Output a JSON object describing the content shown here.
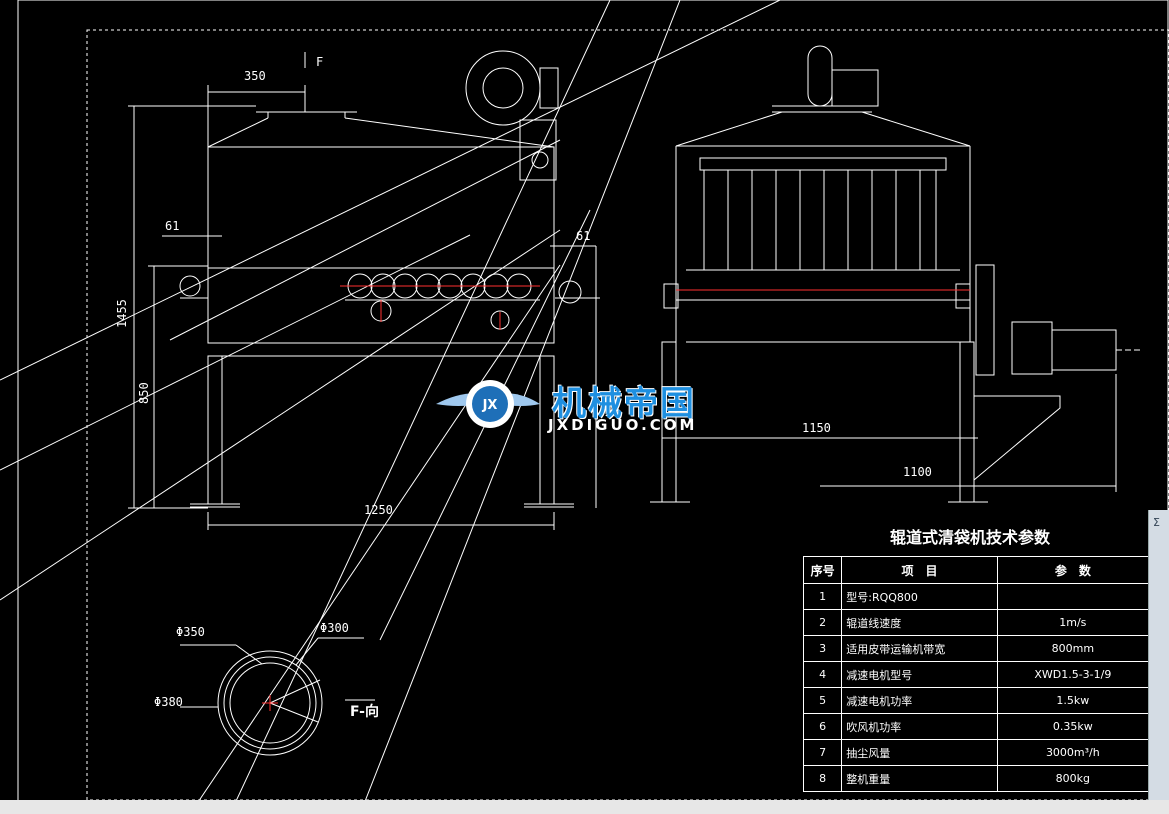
{
  "drawing": {
    "dims": {
      "top_width": "350",
      "view_arrow": "F",
      "left_offset": "61",
      "right_offset": "61",
      "total_height": "1455",
      "leg_height": "850",
      "length": "1250",
      "side_width_outer": "1150",
      "side_width_inner": "1100",
      "d350": "Φ350",
      "d300": "Φ300",
      "d380": "Φ380",
      "view_label": "F-向"
    }
  },
  "watermark": {
    "main": "机械帝国",
    "sub": "JXDIGUO.COM",
    "badge": "JX"
  },
  "table": {
    "title": "辊道式清袋机技术参数",
    "headers": {
      "no": "序号",
      "item": "项　目",
      "value": "参　数"
    },
    "rows": [
      {
        "no": "1",
        "item": "型号:RQQ800",
        "value": ""
      },
      {
        "no": "2",
        "item": "辊道线速度",
        "value": "1m/s"
      },
      {
        "no": "3",
        "item": "适用皮带运输机带宽",
        "value": "800mm"
      },
      {
        "no": "4",
        "item": "减速电机型号",
        "value": "XWD1.5-3-1/9"
      },
      {
        "no": "5",
        "item": "减速电机功率",
        "value": "1.5kw"
      },
      {
        "no": "6",
        "item": "吹风机功率",
        "value": "0.35kw"
      },
      {
        "no": "7",
        "item": "抽尘风量",
        "value": "3000m³/h"
      },
      {
        "no": "8",
        "item": "整机重量",
        "value": "800kg"
      }
    ]
  },
  "sidebar": {
    "tab_label": "Σ"
  },
  "colors": {
    "background": "#000000",
    "line": "#ffffff",
    "accent": "#ff3030",
    "watermark_blue": "#1e8fe0"
  }
}
